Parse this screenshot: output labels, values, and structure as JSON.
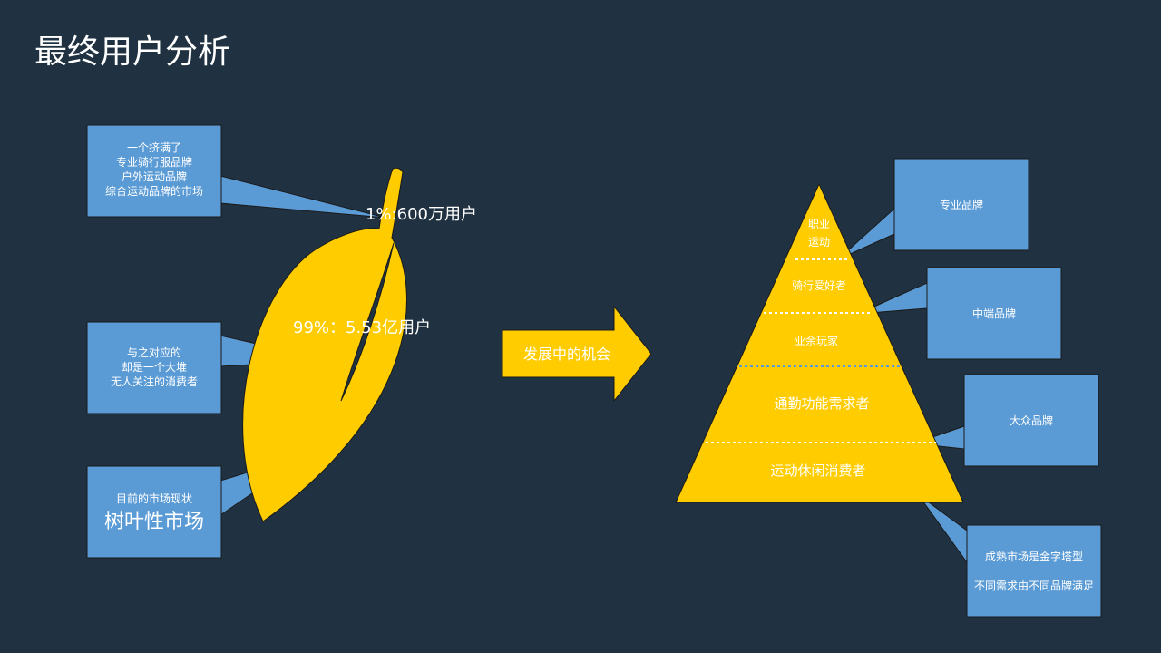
{
  "page": {
    "title": "最终用户分析"
  },
  "colors": {
    "background": "#203241",
    "leaf_yellow": "#ffcc00",
    "callout_blue": "#5b9bd5",
    "divider_blue": "#5b9bd5",
    "text_white": "#ffffff"
  },
  "left": {
    "callout_top": [
      "一个挤满了",
      "专业骑行服品牌",
      "户外运动品牌",
      "综合运动品牌的市场"
    ],
    "callout_middle": [
      "与之对应的",
      "却是一个大堆",
      "无人关注的消费者"
    ],
    "callout_bottom_small": "目前的市场现状",
    "callout_bottom_large": "树叶性市场",
    "leaf_label_top": "1%:600万用户",
    "leaf_label_main": "99%：5.53亿用户"
  },
  "arrow": {
    "label": "发展中的机会"
  },
  "pyramid": {
    "levels": [
      {
        "lines": [
          "职业",
          "运动"
        ]
      },
      {
        "lines": [
          "骑行爱好者"
        ]
      },
      {
        "lines": [
          "业余玩家"
        ]
      },
      {
        "lines": [
          "通勤功能需求者"
        ]
      },
      {
        "lines": [
          "运动休闲消费者"
        ]
      }
    ],
    "callouts": {
      "pro": "专业品牌",
      "mid": "中端品牌",
      "mass": "大众品牌",
      "note_line1": "成熟市场是金字塔型",
      "note_line2": "不同需求由不同品牌满足"
    }
  }
}
